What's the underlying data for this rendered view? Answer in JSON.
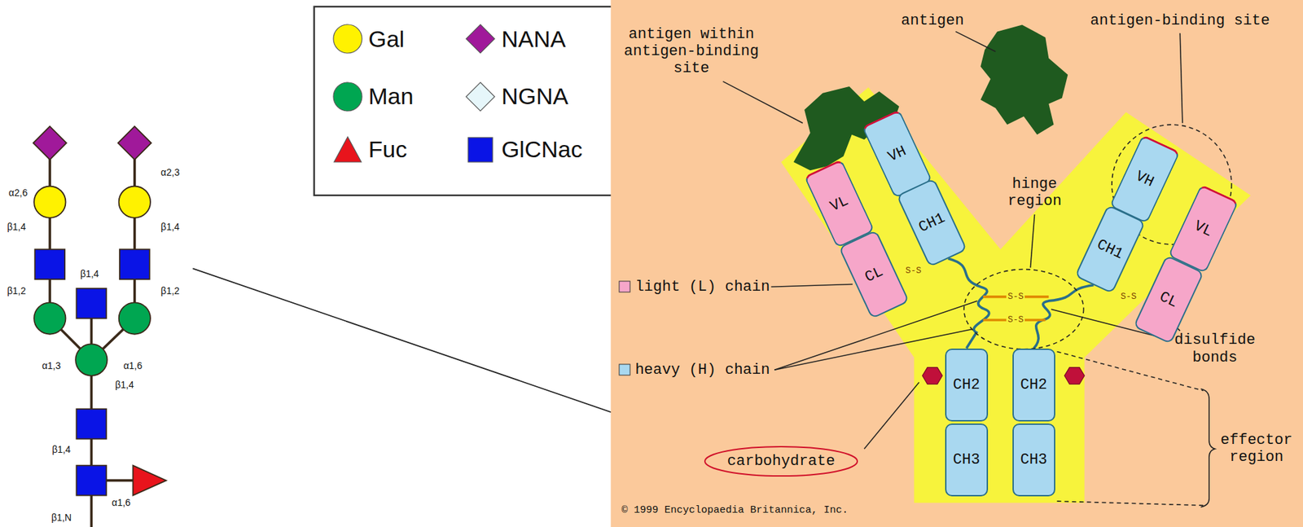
{
  "diagram": {
    "nodes": [
      {
        "text": [
          "VL"
        ]
      },
      {
        "text": [
          "CL"
        ]
      },
      {
        "text": [
          "VH"
        ]
      },
      {
        "text": [
          "CH1"
        ]
      },
      {
        "text": [
          "VH"
        ]
      },
      {
        "text": [
          "CH1"
        ]
      },
      {
        "text": [
          "VL"
        ]
      },
      {
        "text": [
          "CL"
        ]
      },
      {
        "text": [
          "CH2"
        ]
      },
      {
        "text": [
          "CH2"
        ]
      },
      {
        "text": [
          "CH3"
        ]
      },
      {
        "text": [
          "CH3"
        ]
      },
      {
        "text": [
          "carbohydrate"
        ]
      }
    ],
    "labels": [
      "α2,6",
      "β1,4",
      "β1,2",
      "α2,3",
      "β1,4",
      "β1,2",
      "β1,4",
      "α1,3",
      "α1,6",
      "β1,4",
      "β1,4",
      "α1,6",
      "β1,N",
      "antigen within antigen-binding site",
      "antigen",
      "antigen-binding site",
      "hinge region",
      "S-S",
      "S-S",
      "S-S",
      "S-S",
      "disulfide bonds",
      "effector region",
      "© 1999 Encyclopaedia Britannica, Inc."
    ],
    "legend": [
      {
        "text": "Gal",
        "color": "#fff200"
      },
      {
        "text": "NANA",
        "color": "#a0199a"
      },
      {
        "text": "Man",
        "color": "#00a651"
      },
      {
        "text": "NGNA",
        "color": "#e6f6fa"
      },
      {
        "text": "Fuc",
        "color": "#e8141c"
      },
      {
        "text": "GlCNac",
        "color": "#0a14e6"
      },
      {
        "text": "light (L) chain",
        "color": "#f6a6c9"
      },
      {
        "text": "heavy (H) chain",
        "color": "#a9d8f0"
      }
    ]
  }
}
